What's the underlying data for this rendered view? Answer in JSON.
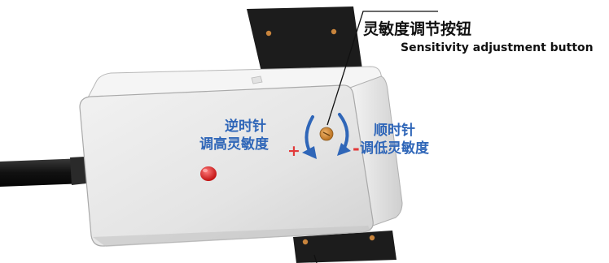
{
  "callout": {
    "title_zh": "灵敏度调节按钮",
    "title_en": "Sensitivity adjustment button"
  },
  "counterclockwise": {
    "line1": "逆时针",
    "line2": "调高灵敏度",
    "sign": "+"
  },
  "clockwise": {
    "line1": "顺时针",
    "line2": "调低灵敏度",
    "sign": "-"
  },
  "colors": {
    "label_blue": "#2f66b8",
    "sign_red": "#e23a3a",
    "housing": "#e6e6e6",
    "bracket": "#1a1a1a",
    "indicator_red": "#d8232a",
    "knob": "#cf8a3f"
  }
}
